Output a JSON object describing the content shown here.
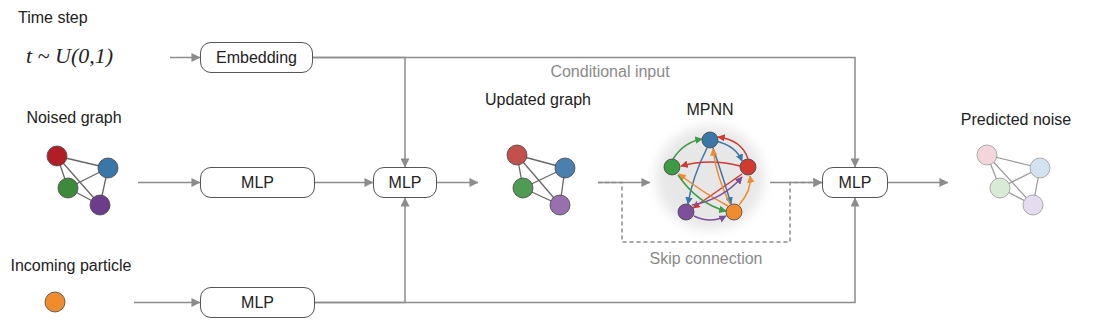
{
  "diagram": {
    "nodes": [
      {
        "text": [
          "Time step",
          "t ~ U(0,1)"
        ]
      },
      {
        "text": [
          "Embedding"
        ]
      },
      {
        "text": [
          "Noised graph"
        ]
      },
      {
        "text": [
          "MLP"
        ]
      },
      {
        "text": [
          "Incoming particle"
        ]
      },
      {
        "text": [
          "MLP"
        ]
      },
      {
        "text": [
          "MLP"
        ]
      },
      {
        "text": [
          "Updated graph"
        ]
      },
      {
        "text": [
          "MPNN"
        ]
      },
      {
        "text": [
          "MLP"
        ]
      },
      {
        "text": [
          "Predicted noise"
        ]
      }
    ],
    "edges": [
      {
        "from": 0,
        "to": 1,
        "arrow": "to"
      },
      {
        "from": 1,
        "to": 6,
        "arrow": "to"
      },
      {
        "from": 1,
        "to": 9,
        "label": "Conditional input",
        "arrow": "to"
      },
      {
        "from": 2,
        "to": 3,
        "arrow": "to"
      },
      {
        "from": 3,
        "to": 6,
        "arrow": "to"
      },
      {
        "from": 4,
        "to": 5,
        "arrow": "to"
      },
      {
        "from": 5,
        "to": 6,
        "arrow": "to"
      },
      {
        "from": 5,
        "to": 9,
        "arrow": "to"
      },
      {
        "from": 6,
        "to": 7,
        "arrow": "to"
      },
      {
        "from": 7,
        "to": 8,
        "arrow": "to"
      },
      {
        "from": 8,
        "to": 9,
        "arrow": "to"
      },
      {
        "from": 7,
        "to": 9,
        "label": "Skip connection",
        "arrow": "to"
      },
      {
        "from": 9,
        "to": 10,
        "arrow": "to"
      }
    ]
  }
}
